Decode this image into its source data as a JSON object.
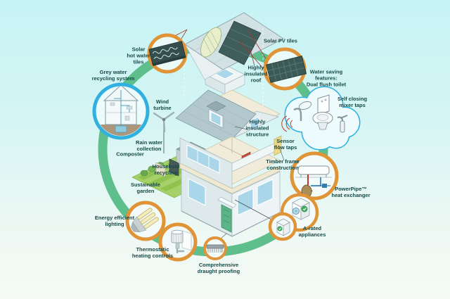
{
  "diagram": {
    "title": "Eco house sustainable features diagram",
    "features": {
      "solar_hot_water": "Solar\nhot water\ntiles",
      "solar_pv": "Solar PV tiles",
      "highly_insulated_roof": "Highly\ninsulated\nroof",
      "grey_water": "Grey water\nrecycling system",
      "water_saving": "Water saving\nfeatures:\nDual flush toilet",
      "self_closing": "Self closing\nmixer taps",
      "wind_turbine": "Wind\nturbine",
      "highly_insulated_structure": "Highly\ninsulated\nstructure",
      "sensor_flow_taps": "Sensor\nflow taps",
      "rain_water": "Rain water\ncollection",
      "composter": "Composter",
      "household_recycling": "Household\nrecycling",
      "timber_frame": "Timber frame\nconstruction",
      "sustainable_garden": "Sustainable\ngarden",
      "powerpipe": "PowerPipe™\nheat exchanger",
      "a_rated": "A-rated\nappliances",
      "energy_efficient": "Energy efficient\nlighting",
      "thermostatic": "Thermostatic\nheating controls",
      "draught_proofing": "Comprehensive\ndraught proofing"
    },
    "colors": {
      "ring_green": "#5ebf8d",
      "callout_orange": "#df9537",
      "callout_blue": "#2fb0e0",
      "label_text": "#174a46",
      "background_top": "#c7f3f5",
      "background_bottom": "#f5faf6",
      "pv_panel": "#3c5a55",
      "insulation_yellow": "#ecd98b",
      "door_green": "#5cb489",
      "lawn_green": "#a6d169"
    }
  }
}
